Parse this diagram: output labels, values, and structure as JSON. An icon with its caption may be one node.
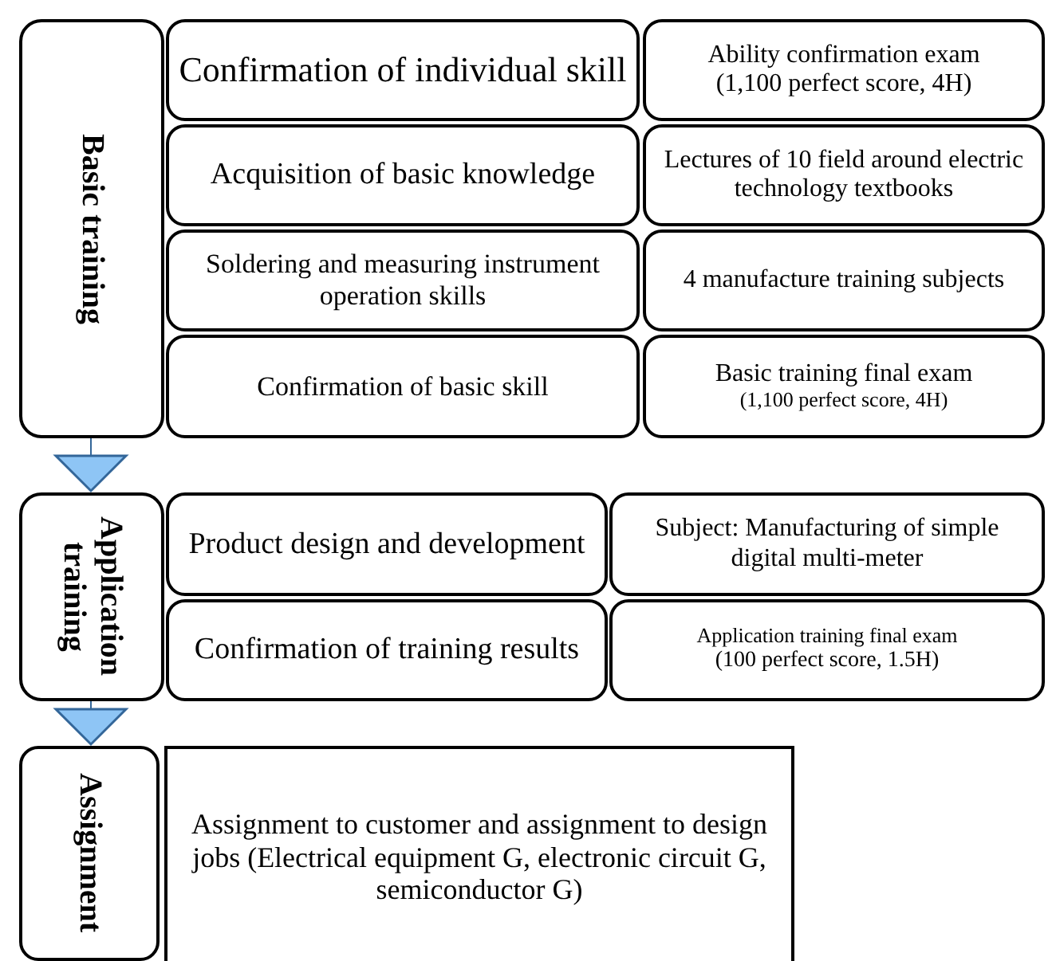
{
  "diagram": {
    "nodes": [
      {
        "text": [
          "Basic training"
        ]
      },
      {
        "text": [
          "Confirmation of individual skill"
        ]
      },
      {
        "text": [
          "Ability confirmation exam",
          "(1,100 perfect score, 4H)"
        ]
      },
      {
        "text": [
          "Acquisition of basic knowledge"
        ]
      },
      {
        "text": [
          "Lectures of 10 field around electric technology textbooks"
        ]
      },
      {
        "text": [
          "Soldering and measuring instrument operation skills"
        ]
      },
      {
        "text": [
          "4 manufacture training subjects"
        ]
      },
      {
        "text": [
          "Confirmation of basic skill"
        ]
      },
      {
        "text": [
          "Basic training final exam",
          "(1,100 perfect score, 4H)"
        ]
      },
      {
        "text": [
          "Application training"
        ]
      },
      {
        "text": [
          "Product design and development"
        ]
      },
      {
        "text": [
          "Subject: Manufacturing of simple digital multi-meter"
        ]
      },
      {
        "text": [
          "Confirmation of training results"
        ]
      },
      {
        "text": [
          "Application training final exam",
          "(100 perfect score, 1.5H)"
        ]
      },
      {
        "text": [
          "Assignment"
        ]
      },
      {
        "text": [
          "Assignment to customer and assignment to design jobs (Electrical equipment G, electronic circuit G, semiconductor G)"
        ]
      }
    ],
    "edges": [
      {
        "from": 0,
        "to": 9,
        "arrow": "to"
      },
      {
        "from": 9,
        "to": 14,
        "arrow": "to"
      }
    ]
  }
}
